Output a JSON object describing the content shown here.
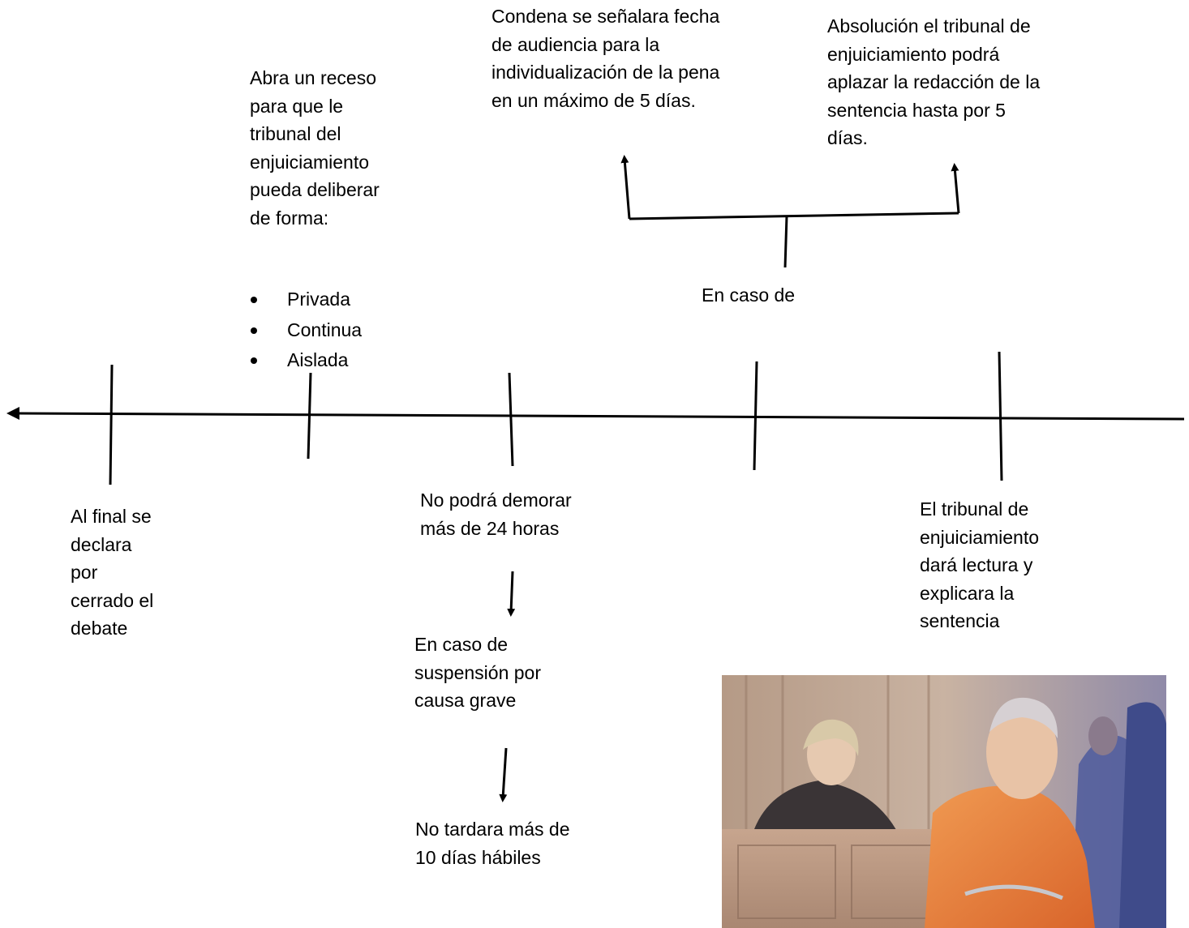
{
  "timeline": {
    "event_1": {
      "lines": [
        "Al final se",
        "declara",
        "por",
        "cerrado el",
        "debate"
      ]
    },
    "event_2": {
      "lines": [
        "Abra un receso",
        "para que le",
        "tribunal del",
        "enjuiciamiento",
        "pueda deliberar",
        "de forma:"
      ],
      "forms": [
        "Privada",
        "Continua",
        "Aislada"
      ]
    },
    "event_3": {
      "lines": [
        "No podrá demorar",
        "más de 24 horas"
      ],
      "suspension": [
        "En caso de",
        "suspensión por",
        "causa grave"
      ],
      "limit": [
        "No tardara más de",
        "10 días hábiles"
      ]
    },
    "event_4": {
      "heading": "En caso de",
      "condena": [
        "Condena se señalara fecha",
        "de audiencia para la",
        "individualización de la pena",
        "en un máximo de 5 días."
      ],
      "absolucion": [
        "Absolución el tribunal de",
        "enjuiciamiento podrá",
        "aplazar la redacción de  la",
        "sentencia hasta por 5",
        "días."
      ]
    },
    "event_5": {
      "lines": [
        "El tribunal de",
        "enjuiciamiento",
        "dará lectura y",
        "explicara la",
        "sentencia"
      ]
    }
  }
}
